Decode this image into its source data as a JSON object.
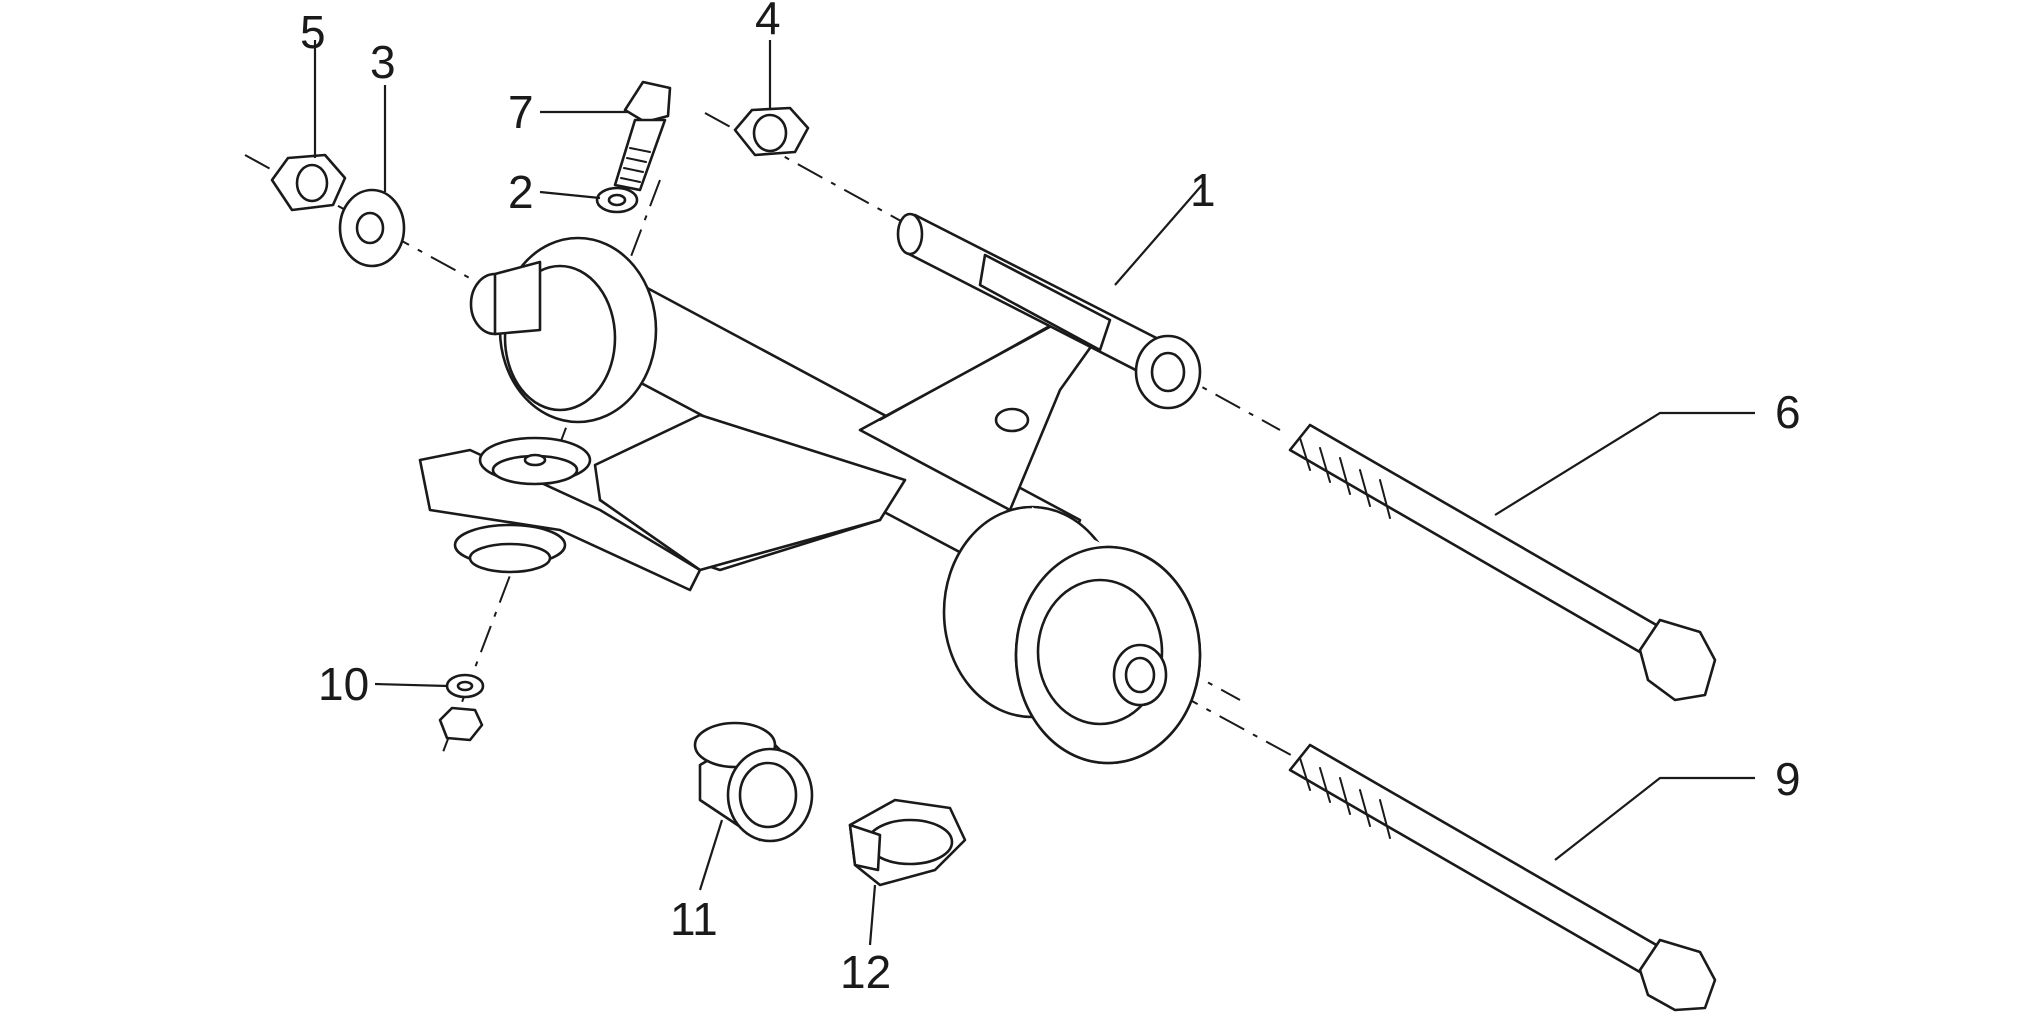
{
  "diagram": {
    "callouts": {
      "c1": "1",
      "c2": "2",
      "c3": "3",
      "c4": "4",
      "c5": "5",
      "c6": "6",
      "c7": "7",
      "c9": "9",
      "c10": "10",
      "c11": "11",
      "c12": "12"
    },
    "colors": {
      "line": "#1a1a1a",
      "background": "#ffffff"
    }
  }
}
